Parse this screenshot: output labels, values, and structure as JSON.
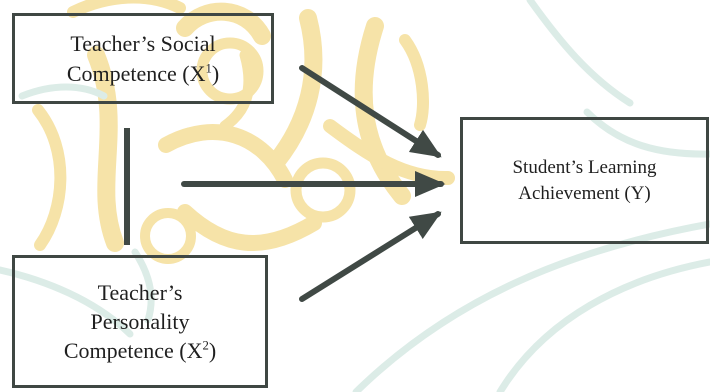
{
  "nodes": {
    "x1": {
      "line1": "Teacher’s Social",
      "line2_prefix": "Competence (X",
      "line2_sup": "1",
      "line2_suffix": ")"
    },
    "x2": {
      "line1": "Teacher’s",
      "line2": "Personality",
      "line3_prefix": "Competence (X",
      "line3_sup": "2",
      "line3_suffix": ")"
    },
    "y": {
      "line1": "Student’s Learning",
      "line2": "Achievement (Y)"
    }
  },
  "colors": {
    "box_border": "#3f4743",
    "arrow": "#404945",
    "text": "#1f1f1f",
    "watermark_gold": "#f6e3a8",
    "watermark_teal": "#dcece7"
  }
}
